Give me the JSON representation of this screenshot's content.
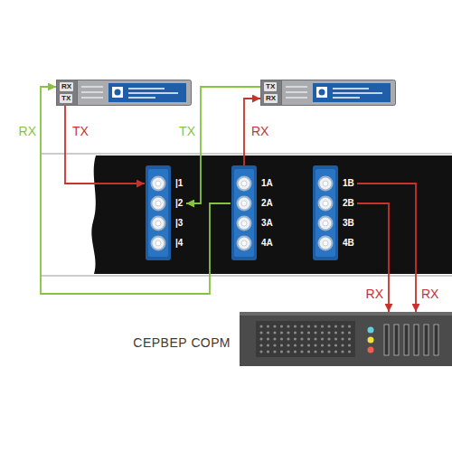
{
  "diagram": {
    "nodes": [
      {
        "text": [
          "RX",
          "TX"
        ]
      },
      {
        "text": [
          "TX",
          "RX"
        ]
      },
      {
        "text": [
          "|1",
          "|2",
          "|3",
          "|4"
        ]
      },
      {
        "text": [
          "1A",
          "2A",
          "3A",
          "4A"
        ]
      },
      {
        "text": [
          "1B",
          "2B",
          "3B",
          "4B"
        ]
      },
      {
        "text": [
          "СЕРВЕР СОРМ"
        ]
      }
    ],
    "edges": [
      {
        "from": 0,
        "to": 2,
        "arrow": "to",
        "label": "TX"
      },
      {
        "from": 1,
        "to": 2,
        "arrow": "to",
        "label": "TX"
      },
      {
        "from": 3,
        "to": 1,
        "arrow": "to",
        "label": "RX"
      },
      {
        "from": 3,
        "to": 0,
        "arrow": "to",
        "label": "RX"
      },
      {
        "from": 4,
        "to": 5,
        "arrow": "to",
        "label": "RX"
      },
      {
        "from": 4,
        "to": 5,
        "arrow": "to",
        "label": "RX"
      }
    ]
  }
}
